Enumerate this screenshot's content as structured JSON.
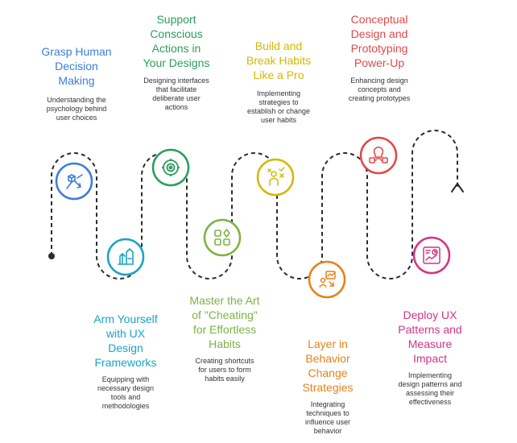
{
  "steps": [
    {
      "title": [
        "Grasp Human",
        "Decision",
        "Making"
      ],
      "description": [
        "Understanding the",
        "psychology behind",
        "user choices"
      ],
      "color": "#3b7ddd",
      "icon": "decision-maze-icon"
    },
    {
      "title": [
        "Arm Yourself",
        "with UX",
        "Design",
        "Frameworks"
      ],
      "description": [
        "Equipping with",
        "necessary design",
        "tools and",
        "methodologies"
      ],
      "color": "#1aa3c7",
      "icon": "tools-stack-icon"
    },
    {
      "title": [
        "Support",
        "Conscious",
        "Actions in",
        "Your Designs"
      ],
      "description": [
        "Designing interfaces",
        "that facilitate",
        "deliberate user",
        "actions"
      ],
      "color": "#2a9d5c",
      "icon": "target-icon"
    },
    {
      "title": [
        "Master the Art",
        "of \"Cheating\"",
        "for Effortless",
        "Habits"
      ],
      "description": [
        "Creating shortcuts",
        "for users to form",
        "habits easily"
      ],
      "color": "#7cb342",
      "icon": "apps-grid-icon"
    },
    {
      "title": [
        "Build and",
        "Break Habits",
        "Like a Pro"
      ],
      "description": [
        "Implementing",
        "strategies to",
        "establish or change",
        "user habits"
      ],
      "color": "#d4b800",
      "icon": "habit-person-icon"
    },
    {
      "title": [
        "Layer in",
        "Behavior",
        "Change",
        "Strategies"
      ],
      "description": [
        "Integrating",
        "techniques to",
        "influence user",
        "behavior"
      ],
      "color": "#e8811a",
      "icon": "strategy-chart-icon"
    },
    {
      "title": [
        "Conceptual",
        "Design and",
        "Prototyping",
        "Power-Up"
      ],
      "description": [
        "Enhancing design",
        "concepts and",
        "creating prototypes"
      ],
      "color": "#e04848",
      "icon": "lightbulb-prototype-icon"
    },
    {
      "title": [
        "Deploy UX",
        "Patterns and",
        "Measure",
        "Impact"
      ],
      "description": [
        "Implementing",
        "design patterns and",
        "assessing their",
        "effectiveness"
      ],
      "color": "#d63384",
      "icon": "dashboard-metrics-icon"
    }
  ]
}
